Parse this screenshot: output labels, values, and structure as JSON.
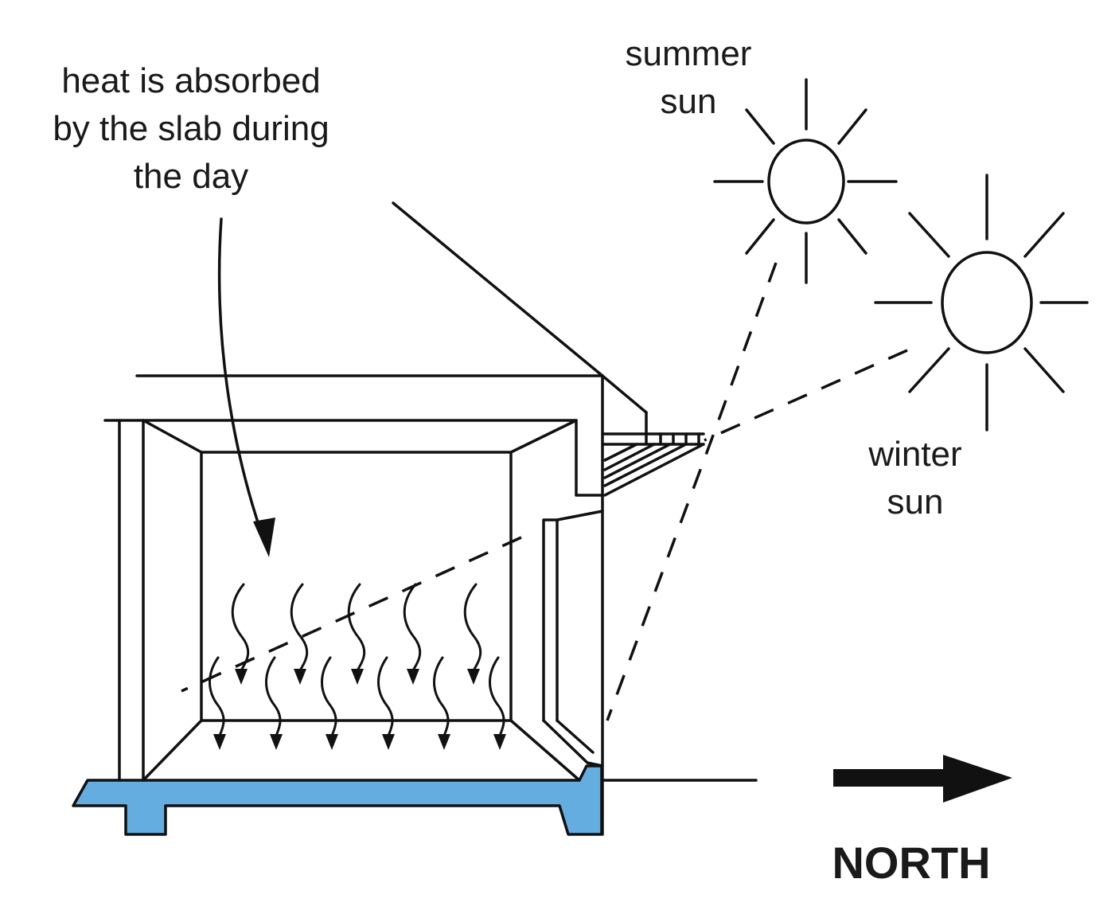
{
  "labels": {
    "heat_line1": "heat is absorbed",
    "heat_line2": "by the slab during",
    "heat_line3": "the day",
    "summer_line1": "summer",
    "summer_line2": "sun",
    "winter_line1": "winter",
    "winter_line2": "sun",
    "north": "NORTH"
  },
  "colors": {
    "slab": "#64ade0",
    "line": "#111111"
  },
  "icons": [
    "sun-icon",
    "heat-wave-icon",
    "north-arrow-icon"
  ]
}
